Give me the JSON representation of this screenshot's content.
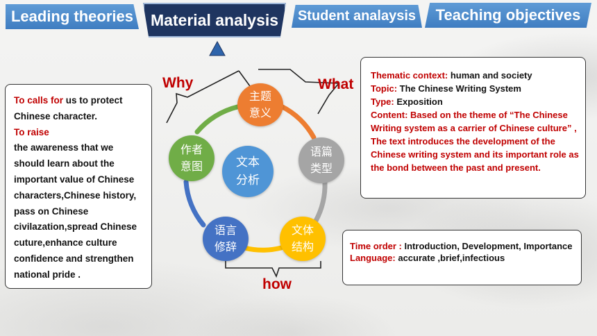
{
  "tabs": {
    "leading": "Leading theories",
    "material": "Material analysis",
    "student": "Student analaysis",
    "objectives": "Teaching objectives"
  },
  "labels": {
    "why": "Why",
    "what": "What",
    "how": "how"
  },
  "diagram": {
    "center": [
      "文本",
      "分析"
    ],
    "theme": [
      "主题",
      "意义"
    ],
    "genre": [
      "语篇",
      "类型"
    ],
    "style": [
      "文体",
      "结构"
    ],
    "language": [
      "语言",
      "修辞"
    ],
    "intent": [
      "作者",
      "意图"
    ],
    "colors": {
      "center": "#4f95d6",
      "theme": "#ed7d31",
      "genre": "#a5a5a5",
      "style": "#ffc000",
      "language": "#4472c4",
      "intent": "#70ad47"
    }
  },
  "left_box": {
    "calls_for": "To calls for",
    "calls_for_rest": " us to protect Chinese character.",
    "to_raise": "To raise",
    "body": " the awareness that we should learn about the important value of Chinese characters,Chinese history, pass on Chinese civilazation,spread Chinese cuture,enhance culture confidence and strengthen national pride ."
  },
  "top_box": {
    "thematic_label": "Thematic context:",
    "thematic_value": "  human and society",
    "topic_label": "Topic:",
    "topic_value": "  The Chinese Writing System",
    "type_label": "Type:",
    "type_value": " Exposition",
    "content": "Content:  Based on the theme of  “The Chinese Writing system as a carrier of Chinese culture” , The text introduces the development of the Chinese writing system and its important role as the bond between the past and present."
  },
  "bottom_box": {
    "time_label": "Time order :",
    "time_value": " Introduction, Development, Importance",
    "lang_label": "Language:",
    "lang_value": " accurate ,brief,infectious"
  }
}
